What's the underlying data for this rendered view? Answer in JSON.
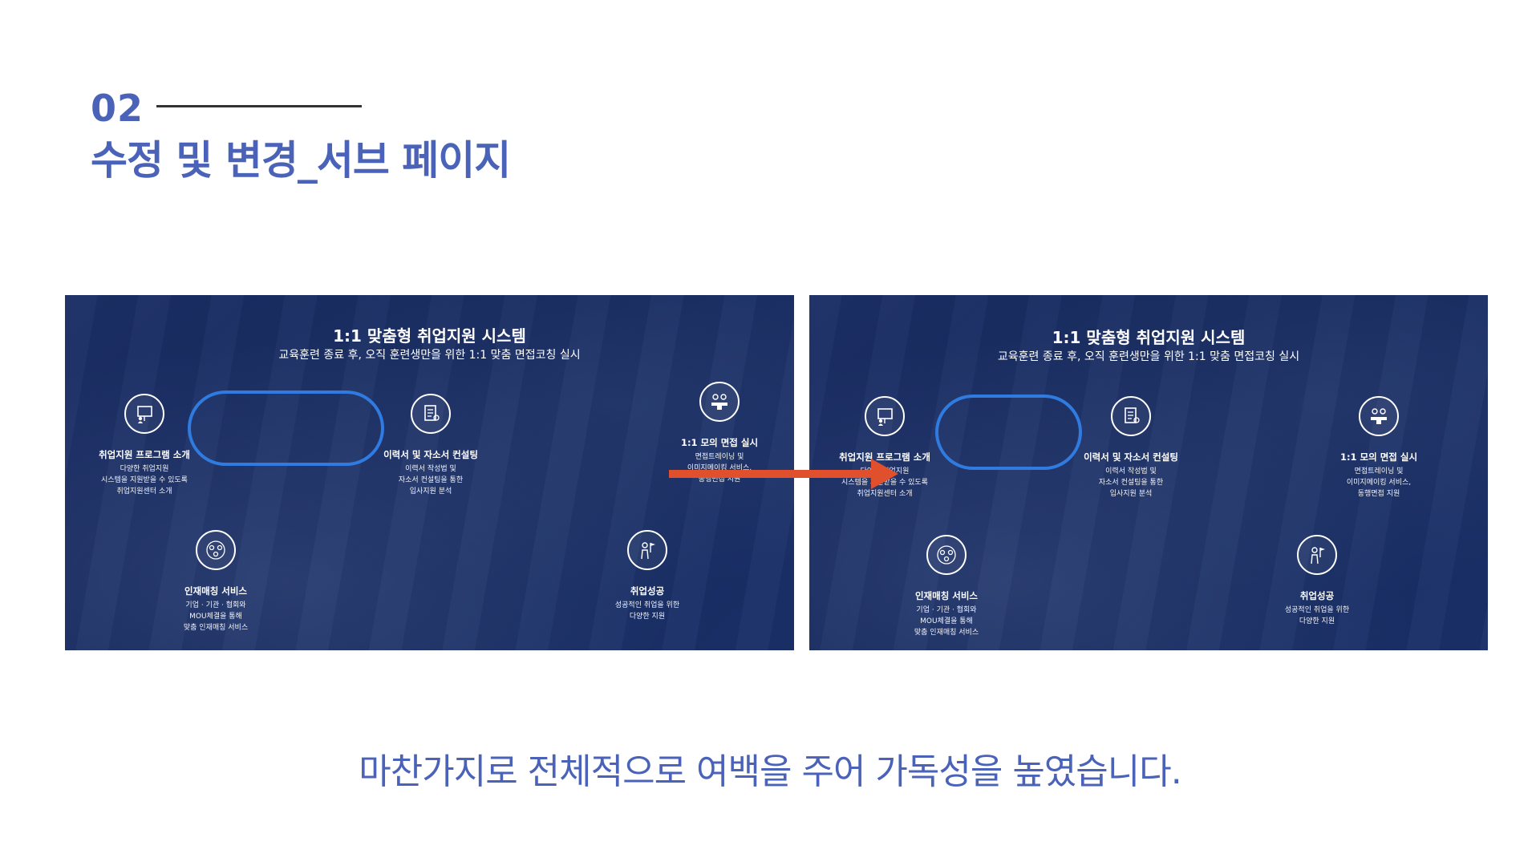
{
  "heading": {
    "number": "02",
    "title": "수정 및 변경_서브 페이지"
  },
  "panel": {
    "title": "1:1 맞춤형 취업지원 시스템",
    "subtitle": "교육훈련 종료 후, 오직 훈련생만을 위한 1:1 맞춤 면접코칭 실시",
    "items": [
      {
        "icon": "presentation-icon",
        "title": "취업지원 프로그램 소개",
        "desc": [
          "다양한 취업지원",
          "시스템을 지원받을 수 있도록",
          "취업지원센터 소개"
        ]
      },
      {
        "icon": "document-icon",
        "title": "이력서 및 자소서 컨설팅",
        "desc": [
          "이력서 작성법 및",
          "자소서 컨설팅을 통한",
          "입사지원 분석"
        ]
      },
      {
        "icon": "meeting-icon",
        "title": "1:1 모의 면접 실시",
        "desc": [
          "면접트레이닝 및",
          "이미지메이킹 서비스,",
          "동행면접 지원"
        ]
      },
      {
        "icon": "network-icon",
        "title": "인재매칭 서비스",
        "desc": [
          "기업 · 기관 · 협회와",
          "MOU체결을 통해",
          "맞춤 인재매칭 서비스"
        ]
      },
      {
        "icon": "success-flag-icon",
        "title": "취업성공",
        "desc": [
          "성공적인 취업을 위한",
          "다양한 지원"
        ]
      }
    ]
  },
  "colors": {
    "accent": "#4a63b8",
    "panel_bg": "#14285e",
    "highlight": "#2f7be0",
    "arrow": "#e0502c"
  },
  "caption": "마찬가지로 전체적으로 여백을 주어 가독성을 높였습니다."
}
